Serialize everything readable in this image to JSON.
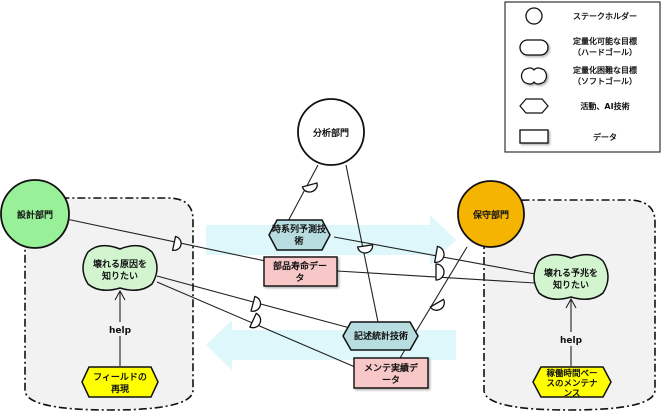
{
  "legend": {
    "items": [
      {
        "shape": "circle",
        "label": "ステークホルダー"
      },
      {
        "shape": "hard-goal",
        "label": [
          "定量化可能な目標",
          "（ハードゴール）"
        ]
      },
      {
        "shape": "soft-goal",
        "label": [
          "定量化困難な目標",
          "（ソフトゴール）"
        ]
      },
      {
        "shape": "hexagon",
        "label": "活動、AI技術"
      },
      {
        "shape": "rectangle",
        "label": "データ"
      }
    ]
  },
  "stakeholders": {
    "design": {
      "label": "設計部門",
      "color": "#98F098"
    },
    "analysis": {
      "label": "分析部門",
      "color": "#FFFFFF"
    },
    "maintenance": {
      "label": "保守部門",
      "color": "#F5B400"
    }
  },
  "softgoals": {
    "left": {
      "label": [
        "壊れる原因を",
        "知りたい"
      ],
      "color": "#D2F5D0"
    },
    "right": {
      "label": [
        "壊れる予兆を",
        "知りたい"
      ],
      "color": "#D2F5D0"
    }
  },
  "activities": {
    "timeseries": {
      "label": [
        "時系列予測技",
        "術"
      ],
      "color": "#B7DDE0"
    },
    "descriptive": {
      "label": [
        "記述統計技術"
      ],
      "color": "#B7DDE0"
    },
    "field": {
      "label": [
        "フィールドの",
        "再現"
      ],
      "color": "#FFFF00"
    },
    "uptime": {
      "label": [
        "稼働時間ベー",
        "スのメンテナ",
        "ンス"
      ],
      "color": "#FFFF00"
    }
  },
  "data": {
    "parts_life": {
      "label": [
        "部品寿命デー",
        "タ"
      ],
      "color": "#F8C8C8"
    },
    "maint_record": {
      "label": [
        "メンテ実績デ",
        "ータ"
      ],
      "color": "#F8C8C8"
    }
  },
  "help_labels": {
    "left": "help",
    "right": "help"
  },
  "colors": {
    "flow_arrow": "#DDF7FA",
    "boundary_fill": "#F2F2F2"
  }
}
